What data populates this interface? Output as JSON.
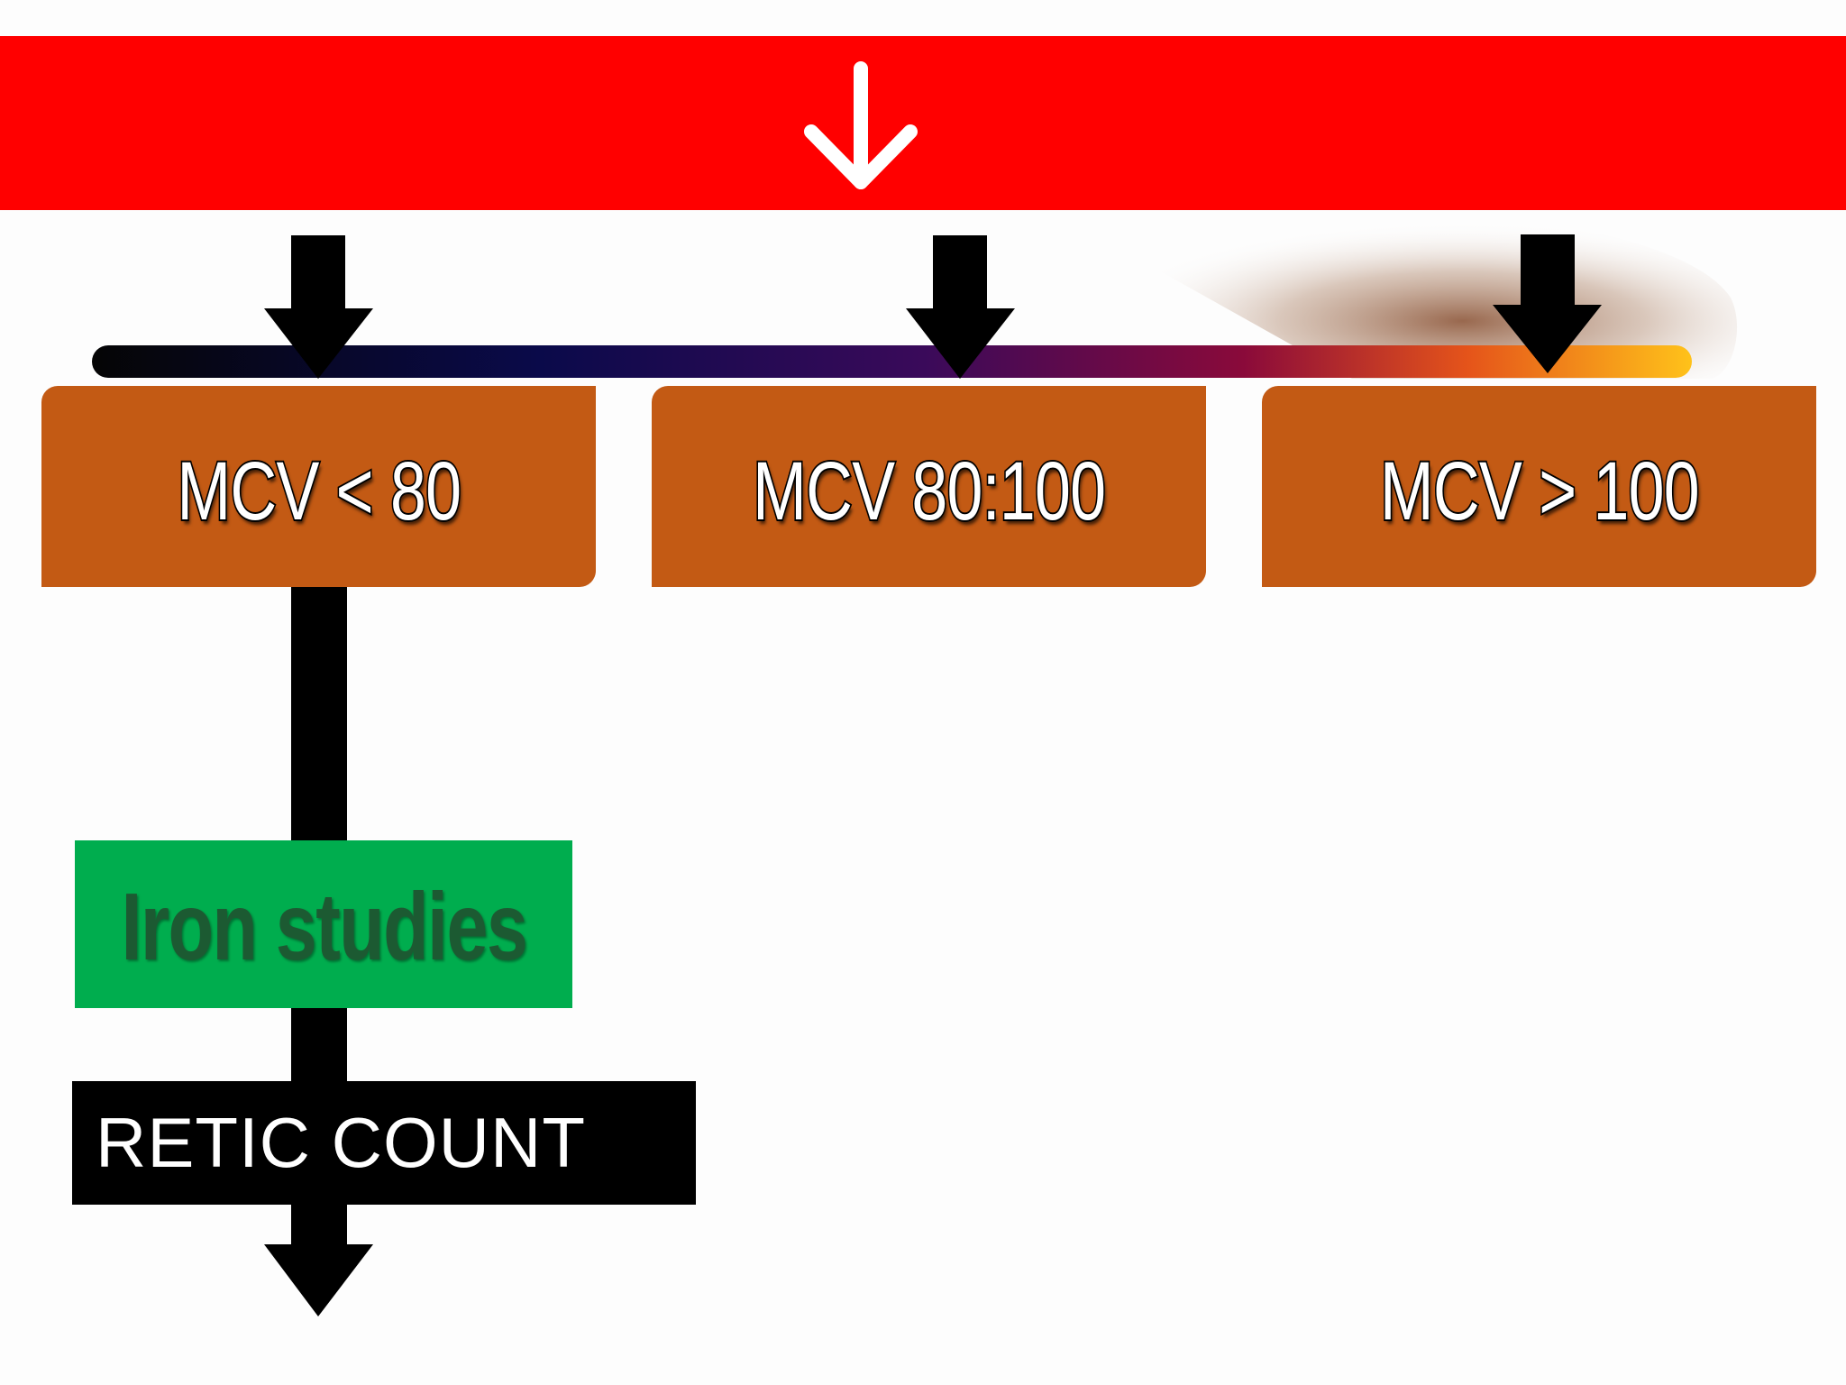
{
  "colors": {
    "banner": "#ff0000",
    "mcv_box": "#c35a14",
    "iron_box": "#00ad4e",
    "iron_text": "#1c5a32",
    "retic_box": "#000000",
    "arrow": "#000000"
  },
  "banner": {
    "icon": "down-arrow-icon"
  },
  "mcv_boxes": [
    {
      "label": "MCV < 80"
    },
    {
      "label": "MCV 80:100"
    },
    {
      "label": "MCV > 100"
    }
  ],
  "iron_studies": {
    "label": "Iron studies"
  },
  "retic_count": {
    "label": "RETIC COUNT"
  }
}
